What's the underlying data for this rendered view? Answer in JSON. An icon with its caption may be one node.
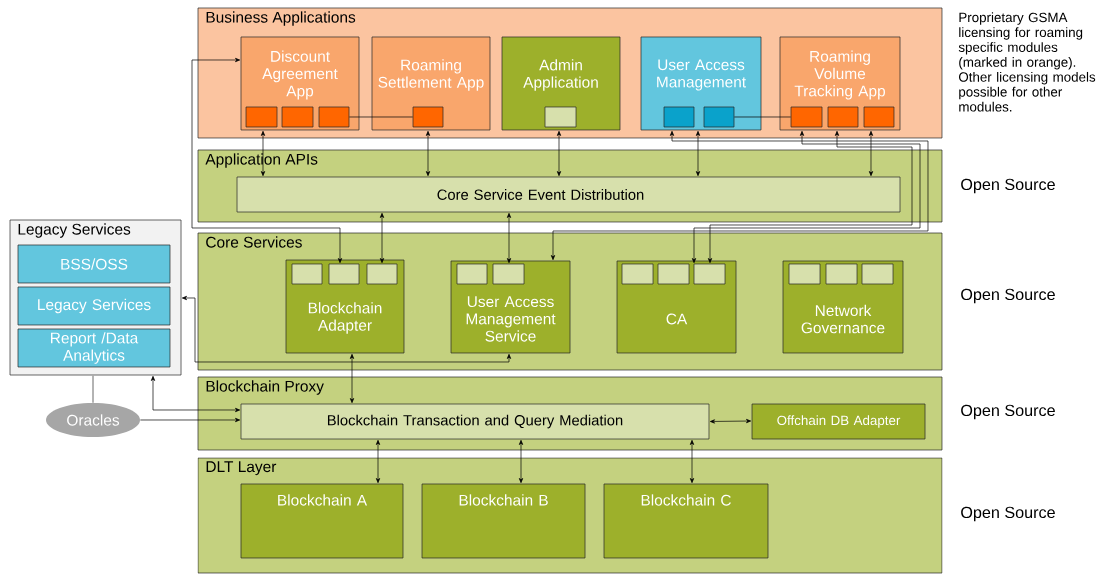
{
  "diagram": {
    "nodes": [
      {
        "text": [
          "Business Applications"
        ],
        "beside": [
          "Proprietary GSMA licensing for roaming specific modules (marked in orange). Other licensing models possible for other modules."
        ]
      },
      {
        "text": [
          "Discount Agreement App"
        ],
        "in": 0
      },
      {
        "text": [],
        "shape": "box",
        "in": 1
      },
      {
        "text": [],
        "shape": "box",
        "in": 1
      },
      {
        "text": [],
        "shape": "box",
        "in": 1
      },
      {
        "text": [
          "Roaming Settlement App"
        ],
        "in": 0
      },
      {
        "text": [],
        "shape": "box",
        "in": 5
      },
      {
        "text": [
          "Admin Application"
        ],
        "in": 0
      },
      {
        "text": [],
        "shape": "box",
        "in": 7
      },
      {
        "text": [
          "User Access Management"
        ],
        "in": 0
      },
      {
        "text": [],
        "shape": "box",
        "in": 9
      },
      {
        "text": [],
        "shape": "box",
        "in": 9
      },
      {
        "text": [
          "Roaming Volume Tracking App"
        ],
        "in": 0
      },
      {
        "text": [],
        "shape": "box",
        "in": 12
      },
      {
        "text": [],
        "shape": "box",
        "in": 12
      },
      {
        "text": [],
        "shape": "box",
        "in": 12
      },
      {
        "text": [
          "Application APIs"
        ],
        "beside": [
          "Open Source"
        ]
      },
      {
        "text": [
          "Core Service Event Distribution"
        ],
        "in": 16
      },
      {
        "text": [
          "Core Services"
        ],
        "beside": [
          "Open Source"
        ]
      },
      {
        "text": [
          "Blockchain Adapter"
        ],
        "in": 18
      },
      {
        "text": [],
        "shape": "box",
        "in": 19
      },
      {
        "text": [],
        "shape": "box",
        "in": 19
      },
      {
        "text": [],
        "shape": "box",
        "in": 19
      },
      {
        "text": [
          "User Access Management Service"
        ],
        "in": 18
      },
      {
        "text": [],
        "shape": "box",
        "in": 23
      },
      {
        "text": [],
        "shape": "box",
        "in": 23
      },
      {
        "text": [
          "CA"
        ],
        "in": 18
      },
      {
        "text": [],
        "shape": "box",
        "in": 26
      },
      {
        "text": [],
        "shape": "box",
        "in": 26
      },
      {
        "text": [],
        "shape": "box",
        "in": 26
      },
      {
        "text": [
          "Network Governance"
        ],
        "in": 18
      },
      {
        "text": [],
        "shape": "box",
        "in": 30
      },
      {
        "text": [],
        "shape": "box",
        "in": 30
      },
      {
        "text": [],
        "shape": "box",
        "in": 30
      },
      {
        "text": [
          "Legacy Services"
        ]
      },
      {
        "text": [
          "BSS/OSS"
        ],
        "in": 34
      },
      {
        "text": [
          "Legacy Services"
        ],
        "in": 34
      },
      {
        "text": [
          "Report /Data Analytics"
        ],
        "in": 34
      },
      {
        "text": [
          "Oracles"
        ]
      },
      {
        "text": [
          "Blockchain Proxy"
        ],
        "beside": [
          "Open Source"
        ]
      },
      {
        "text": [
          "Blockchain Transaction and Query Mediation"
        ],
        "in": 39
      },
      {
        "text": [
          "Offchain DB Adapter"
        ],
        "in": 39
      },
      {
        "text": [
          "DLT Layer"
        ],
        "beside": [
          "Open Source"
        ]
      },
      {
        "text": [
          "Blockchain A"
        ],
        "in": 42
      },
      {
        "text": [
          "Blockchain B"
        ],
        "in": 42
      },
      {
        "text": [
          "Blockchain C"
        ],
        "in": 42
      }
    ],
    "edges": [
      {
        "from": 1,
        "to": 17,
        "arrow": "both"
      },
      {
        "from": 1,
        "to": 21,
        "arrow": "both"
      },
      {
        "from": 5,
        "to": 17,
        "arrow": "both"
      },
      {
        "from": 7,
        "to": 17,
        "arrow": "both"
      },
      {
        "from": 9,
        "to": 23,
        "arrow": "both"
      },
      {
        "from": 9,
        "to": 17,
        "arrow": "both"
      },
      {
        "from": 12,
        "to": 17,
        "arrow": "both"
      },
      {
        "from": 12,
        "to": 29,
        "arrow": "both"
      },
      {
        "from": 12,
        "to": 29,
        "arrow": "both"
      },
      {
        "from": 17,
        "to": 22,
        "arrow": "both"
      },
      {
        "from": 17,
        "to": 25,
        "arrow": "both"
      },
      {
        "from": 4,
        "to": 6,
        "arrow": "none"
      },
      {
        "from": 11,
        "to": 13,
        "arrow": "none"
      },
      {
        "from": 19,
        "to": 40,
        "arrow": "both"
      },
      {
        "from": 23,
        "to": 34,
        "arrow": "both"
      },
      {
        "from": 34,
        "to": 40,
        "arrow": "both"
      },
      {
        "from": 38,
        "to": 40,
        "arrow": "to"
      },
      {
        "from": 38,
        "to": 34,
        "arrow": "none",
        "color": "#a6a6a6"
      },
      {
        "from": 40,
        "to": 41,
        "arrow": "both"
      },
      {
        "from": 40,
        "to": 43,
        "arrow": "both"
      },
      {
        "from": 40,
        "to": 44,
        "arrow": "both"
      },
      {
        "from": 40,
        "to": 45,
        "arrow": "both"
      }
    ]
  }
}
